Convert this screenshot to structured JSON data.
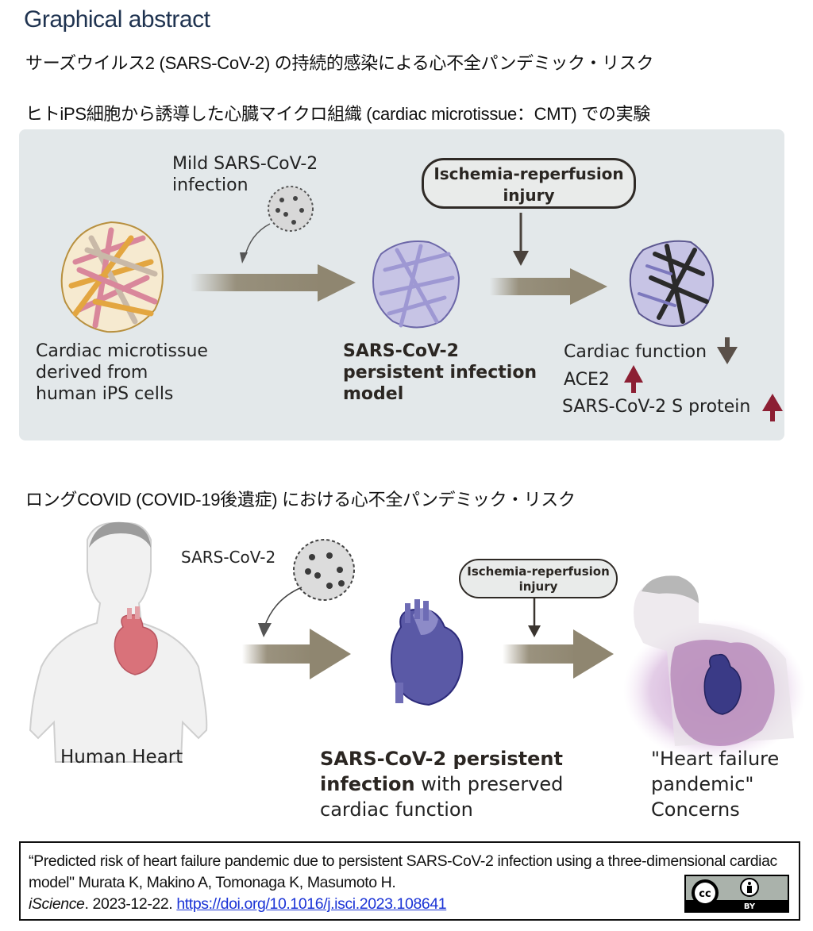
{
  "heading": "Graphical abstract",
  "section1": {
    "title": "サーズウイルス2 (SARS-CoV-2) の持続的感染による心不全パンデミック・リスク",
    "subtitle": "ヒトiPS細胞から誘導した心臓マイクロ組織 (cardiac microtissue：CMT) での実験",
    "infection_label_line1": "Mild SARS-CoV-2",
    "infection_label_line2": "infection",
    "ir_box_line1": "Ischemia-reperfusion",
    "ir_box_line2": "injury",
    "step1_label": [
      "Cardiac microtissue",
      "derived from",
      "human iPS cells"
    ],
    "step2_label": [
      "SARS-CoV-2",
      "persistent infection",
      "model"
    ],
    "outcomes": [
      {
        "label": "Cardiac function",
        "direction": "down",
        "color": "#5a5049"
      },
      {
        "label": "ACE2",
        "direction": "up",
        "color": "#8c1f33"
      },
      {
        "label": "SARS-CoV-2 S protein",
        "direction": "up",
        "color": "#8c1f33"
      }
    ]
  },
  "section2": {
    "title": "ロングCOVID (COVID-19後遺症) における心不全パンデミック・リスク",
    "virus_label": "SARS-CoV-2",
    "ir_box_line1": "Ischemia-reperfusion",
    "ir_box_line2": "injury",
    "step1_label": "Human Heart",
    "step2_bold1": "SARS-CoV-2 persistent",
    "step2_bold2": "infection",
    "step2_reg2": " with preserved",
    "step2_reg3": "cardiac function",
    "step3_label": [
      "\"Heart failure",
      "pandemic\"",
      "Concerns"
    ]
  },
  "citation": {
    "title": "“Predicted risk of heart failure pandemic due to persistent SARS-CoV-2 infection using a three-dimensional cardiac model\"",
    "authors": " Murata K, Makino A, Tomonaga K, Masumoto H.",
    "journal": "iScience",
    "date": ". 2023-12-22. ",
    "doi_url": "https://doi.org/10.1016/j.isci.2023.108641",
    "license_badge": {
      "left": "cc",
      "right": "BY"
    }
  },
  "colors": {
    "heading": "#1f3350",
    "panel_bg": "#e3e8ea",
    "arrow": "#8f8670",
    "up_arrow": "#8c1f33",
    "down_arrow": "#5a5049",
    "link": "#1a33d6"
  }
}
